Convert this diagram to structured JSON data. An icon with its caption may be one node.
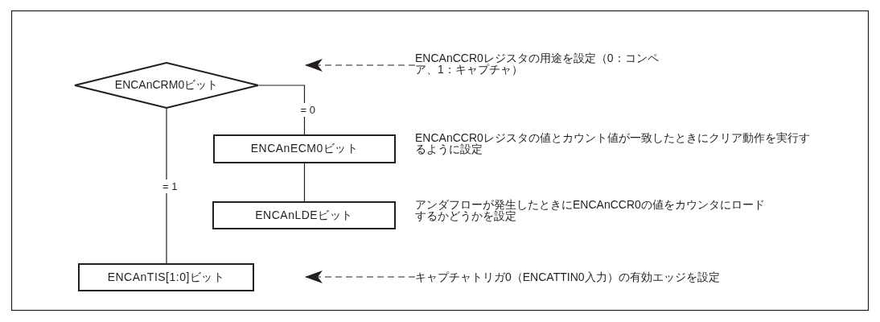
{
  "diagram": {
    "nodes": [
      {
        "text": [
          "ENCAnCRM0ビット"
        ]
      },
      {
        "text": [
          "ENCAnECM0ビット"
        ]
      },
      {
        "text": [
          "ENCAnLDEビット"
        ]
      },
      {
        "text": [
          "ENCAnTIS[1:0]ビット"
        ]
      },
      {
        "text": [
          "ENCAnCCR0レジスタの用途を設定（0：コンペア、1：キャプチャ）"
        ]
      },
      {
        "text": [
          "キャプチャトリガ0（ENCATTIN0入力）の有効エッジを設定"
        ]
      }
    ],
    "edges": [
      {
        "from": 0,
        "to": 1,
        "arrow": "none",
        "label": "= 0"
      },
      {
        "from": 1,
        "to": 2,
        "arrow": "none"
      },
      {
        "from": 0,
        "to": 3,
        "arrow": "none",
        "label": "= 1"
      },
      {
        "from": 4,
        "to": null,
        "arrow": "to",
        "style": "dashed"
      },
      {
        "from": 5,
        "to": null,
        "arrow": "to",
        "style": "dashed"
      }
    ],
    "labels": [
      "ENCAnCCR0レジスタの値とカウント値が一致したときにクリア動作を実行するように設定",
      "アンダフローが発生したときにENCAnCCR0の値をカウンタにロードするかどうかを設定"
    ]
  }
}
